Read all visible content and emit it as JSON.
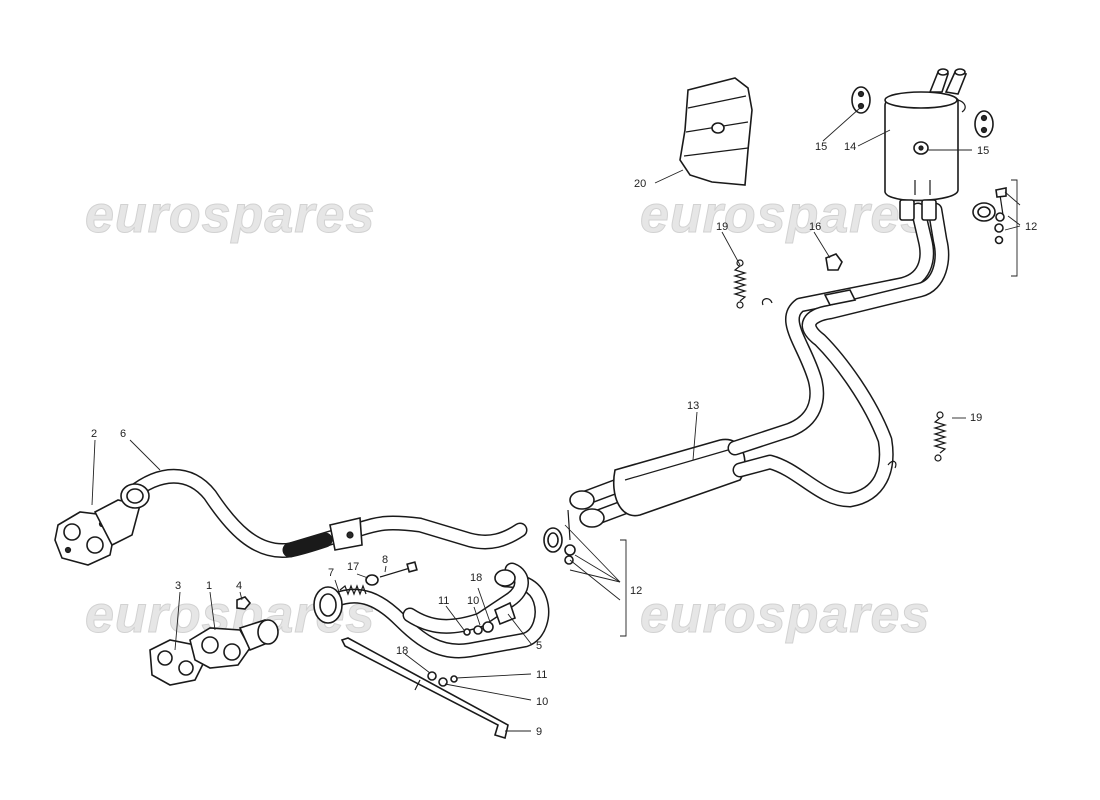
{
  "watermark": {
    "text": "eurospares"
  },
  "callouts": [
    {
      "id": "c2",
      "text": "2"
    },
    {
      "id": "c6",
      "text": "6"
    },
    {
      "id": "c3",
      "text": "3"
    },
    {
      "id": "c1",
      "text": "1"
    },
    {
      "id": "c4",
      "text": "4"
    },
    {
      "id": "c7",
      "text": "7"
    },
    {
      "id": "c17",
      "text": "17"
    },
    {
      "id": "c8",
      "text": "8"
    },
    {
      "id": "c18a",
      "text": "18"
    },
    {
      "id": "c11a",
      "text": "11"
    },
    {
      "id": "c10a",
      "text": "10"
    },
    {
      "id": "c5",
      "text": "5"
    },
    {
      "id": "c18b",
      "text": "18"
    },
    {
      "id": "c11b",
      "text": "11"
    },
    {
      "id": "c10b",
      "text": "10"
    },
    {
      "id": "c9",
      "text": "9"
    },
    {
      "id": "c12a",
      "text": "12"
    },
    {
      "id": "c13",
      "text": "13"
    },
    {
      "id": "c19a",
      "text": "19"
    },
    {
      "id": "c19b",
      "text": "19"
    },
    {
      "id": "c16",
      "text": "16"
    },
    {
      "id": "c20",
      "text": "20"
    },
    {
      "id": "c15a",
      "text": "15"
    },
    {
      "id": "c14",
      "text": "14"
    },
    {
      "id": "c15b",
      "text": "15"
    },
    {
      "id": "c12b",
      "text": "12"
    }
  ]
}
